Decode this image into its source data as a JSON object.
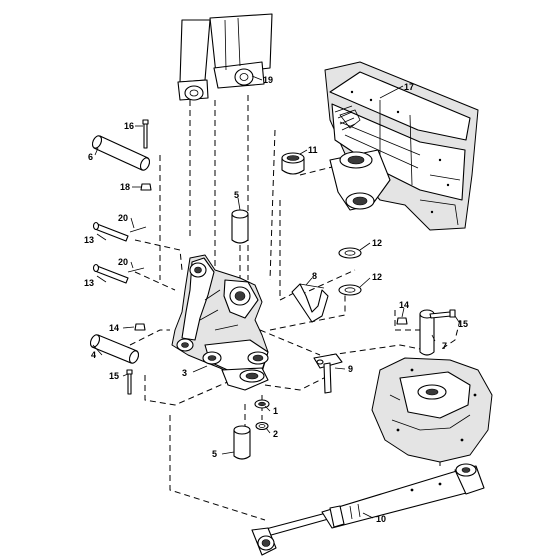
{
  "diagram": {
    "callouts": {
      "p1": "1",
      "p2": "2",
      "p3": "3",
      "p4": "4",
      "p5a": "5",
      "p5b": "5",
      "p6": "6",
      "p7": "7",
      "p8": "8",
      "p9": "9",
      "p10": "10",
      "p11": "11",
      "p12a": "12",
      "p12b": "12",
      "p13a": "13",
      "p13b": "13",
      "p14a": "14",
      "p14b": "14",
      "p15a": "15",
      "p15b": "15",
      "p16": "16",
      "p17": "17",
      "p18": "18",
      "p19": "19",
      "p20a": "20",
      "p20b": "20"
    }
  }
}
